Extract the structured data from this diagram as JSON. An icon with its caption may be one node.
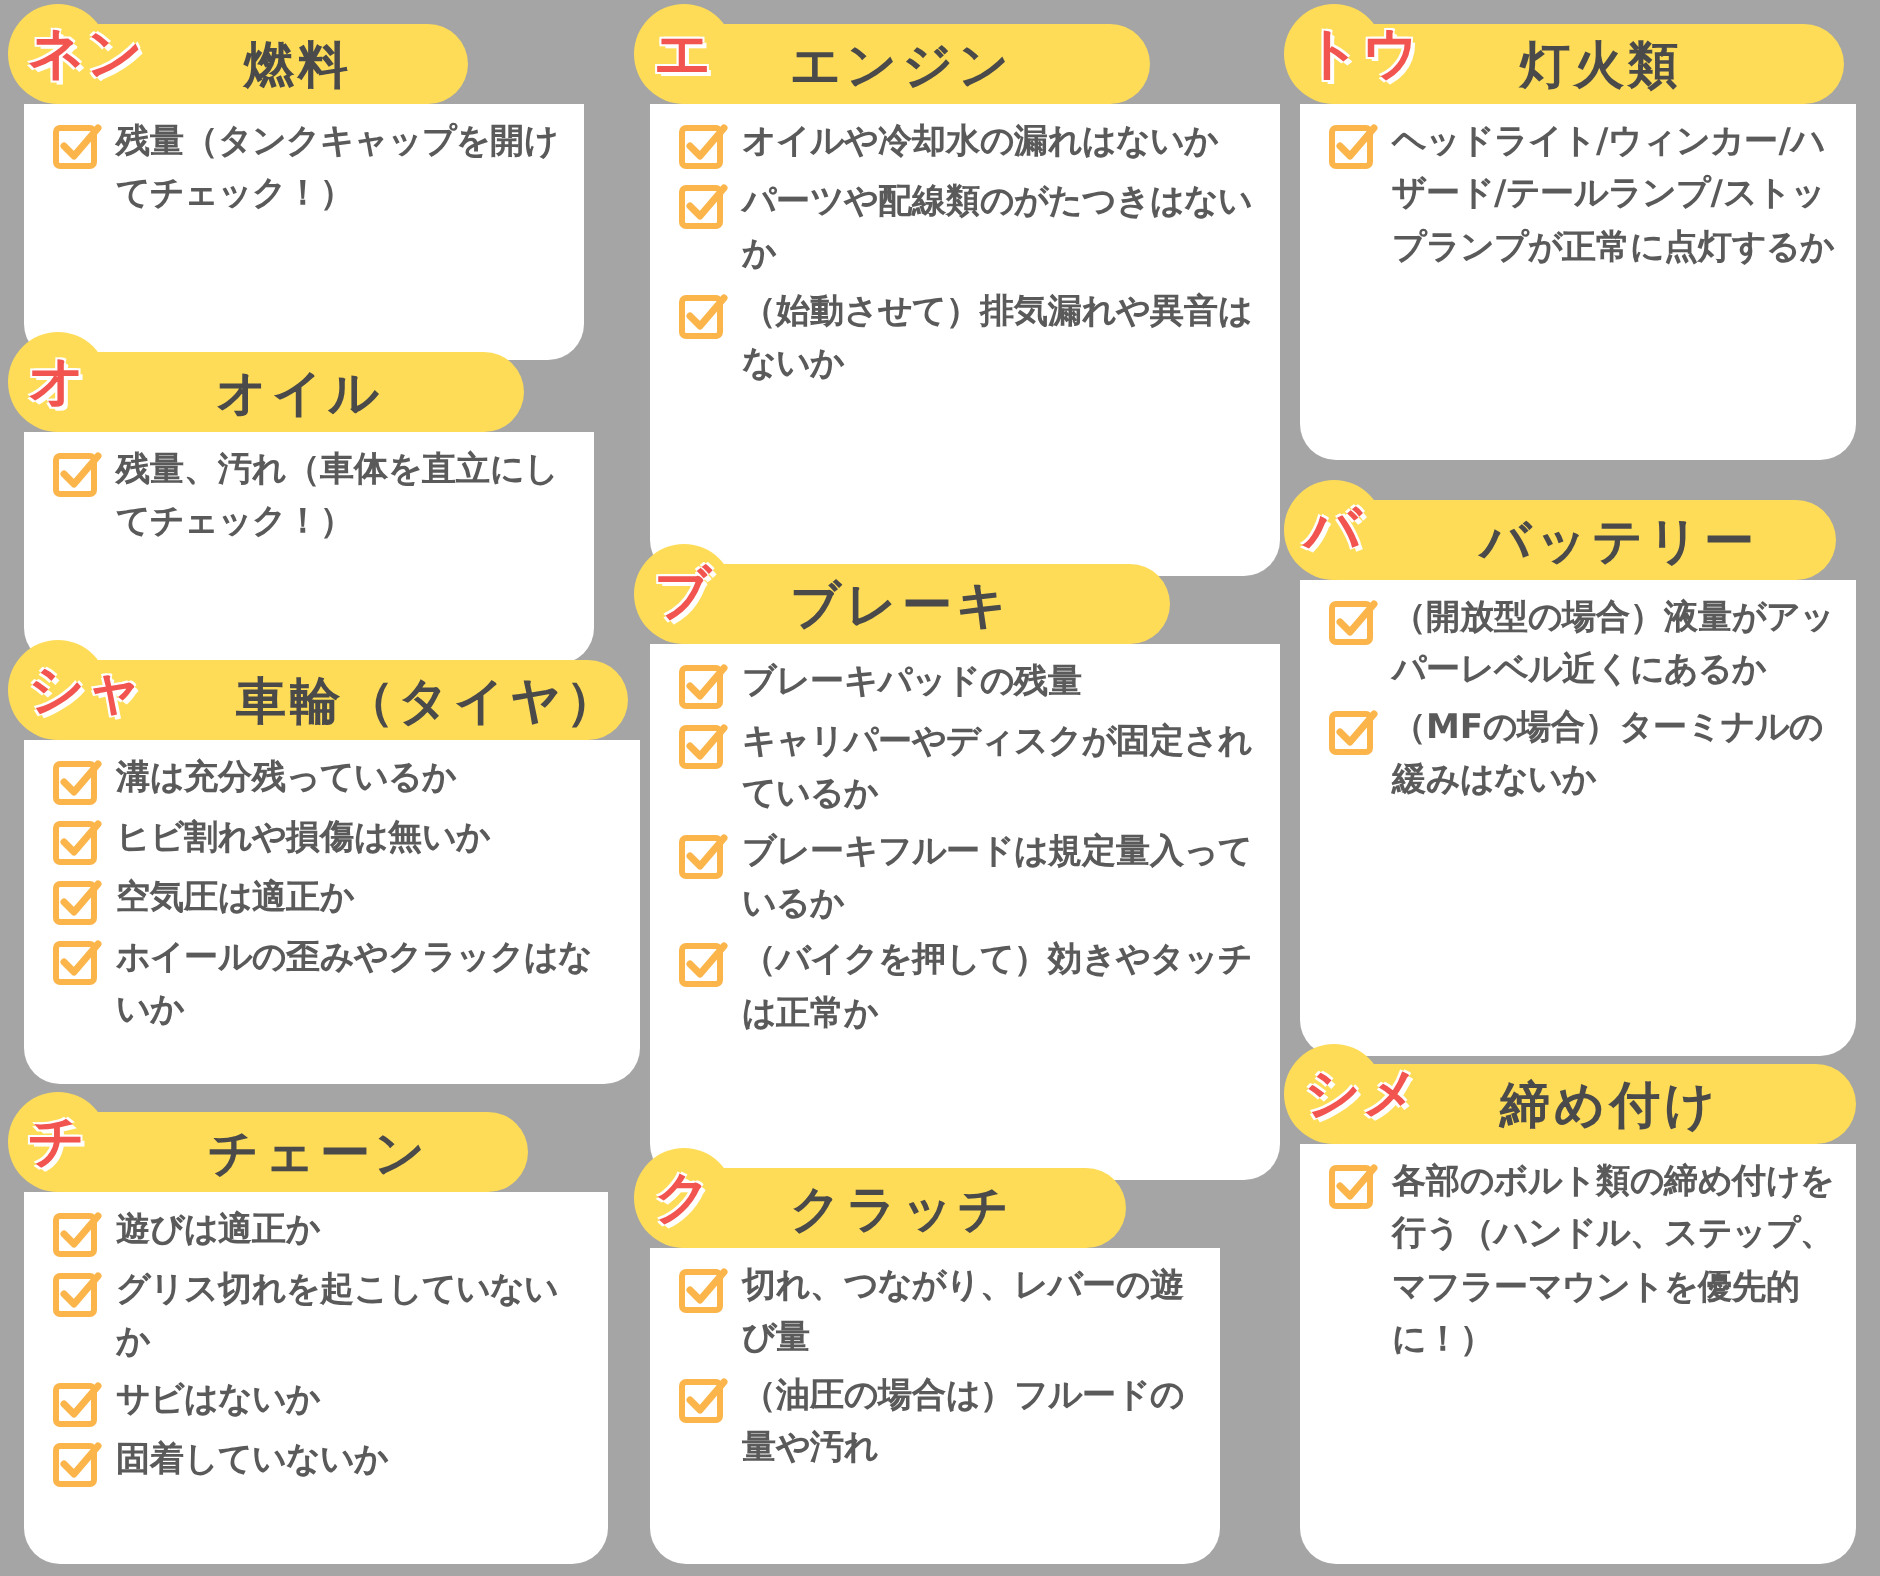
{
  "diagram": {
    "nodes": [
      {
        "text": [
          "ネン",
          "燃料",
          "残量（タンクキャップを開けてチェック！）"
        ]
      },
      {
        "text": [
          "オ",
          "オイル",
          "残量、汚れ（車体を直立にしてチェック！）"
        ]
      },
      {
        "text": [
          "シャ",
          "車輪（タイヤ）",
          "溝は充分残っているか",
          "ヒビ割れや損傷は無いか",
          "空気圧は適正か",
          "ホイールの歪みやクラックはないか"
        ]
      },
      {
        "text": [
          "チ",
          "チェーン",
          "遊びは適正か",
          "グリス切れを起こしていないか",
          "サビはないか",
          "固着していないか"
        ]
      },
      {
        "text": [
          "エ",
          "エンジン",
          "オイルや冷却水の漏れはないか",
          "パーツや配線類のがたつきはないか",
          "（始動させて）排気漏れや異音はないか"
        ]
      },
      {
        "text": [
          "ブ",
          "ブレーキ",
          "ブレーキパッドの残量",
          "キャリパーやディスクが固定されているか",
          "ブレーキフルードは規定量入っているか",
          "（バイクを押して）効きやタッチは正常か"
        ]
      },
      {
        "text": [
          "ク",
          "クラッチ",
          "切れ、つながり、レバーの遊び量",
          "（油圧の場合は）フルードの量や汚れ"
        ]
      },
      {
        "text": [
          "トウ",
          "灯火類",
          "ヘッドライト/ウィンカー/ハザード/テールランプ/ストップランプが正常に点灯するか"
        ]
      },
      {
        "text": [
          "バ",
          "バッテリー",
          "（開放型の場合）液量がアッパーレベル近くにあるか",
          "（MFの場合）ターミナルの緩みはないか"
        ]
      },
      {
        "text": [
          "シメ",
          "締め付け",
          "各部のボルト類の締め付けを行う（ハンドル、ステップ、マフラーマウントを優先的に！）"
        ]
      }
    ]
  }
}
